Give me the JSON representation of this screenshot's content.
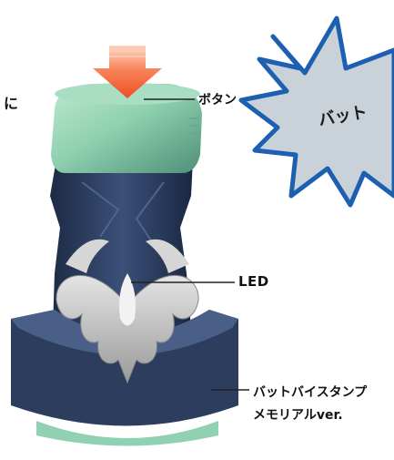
{
  "labels": {
    "left_fragment": "に",
    "button": "ボタン",
    "led": "LED",
    "product_line1": "バットバイスタンプ",
    "product_line2": "メモリアルver."
  },
  "burst": {
    "text": "バット",
    "fill": "#c9d1d9",
    "stroke": "#1d5fb0"
  },
  "colors": {
    "arrow": "#f04e23",
    "cap": "#8fd1b0",
    "body": "#2c3d5e",
    "wing": "#c8c8c8"
  }
}
